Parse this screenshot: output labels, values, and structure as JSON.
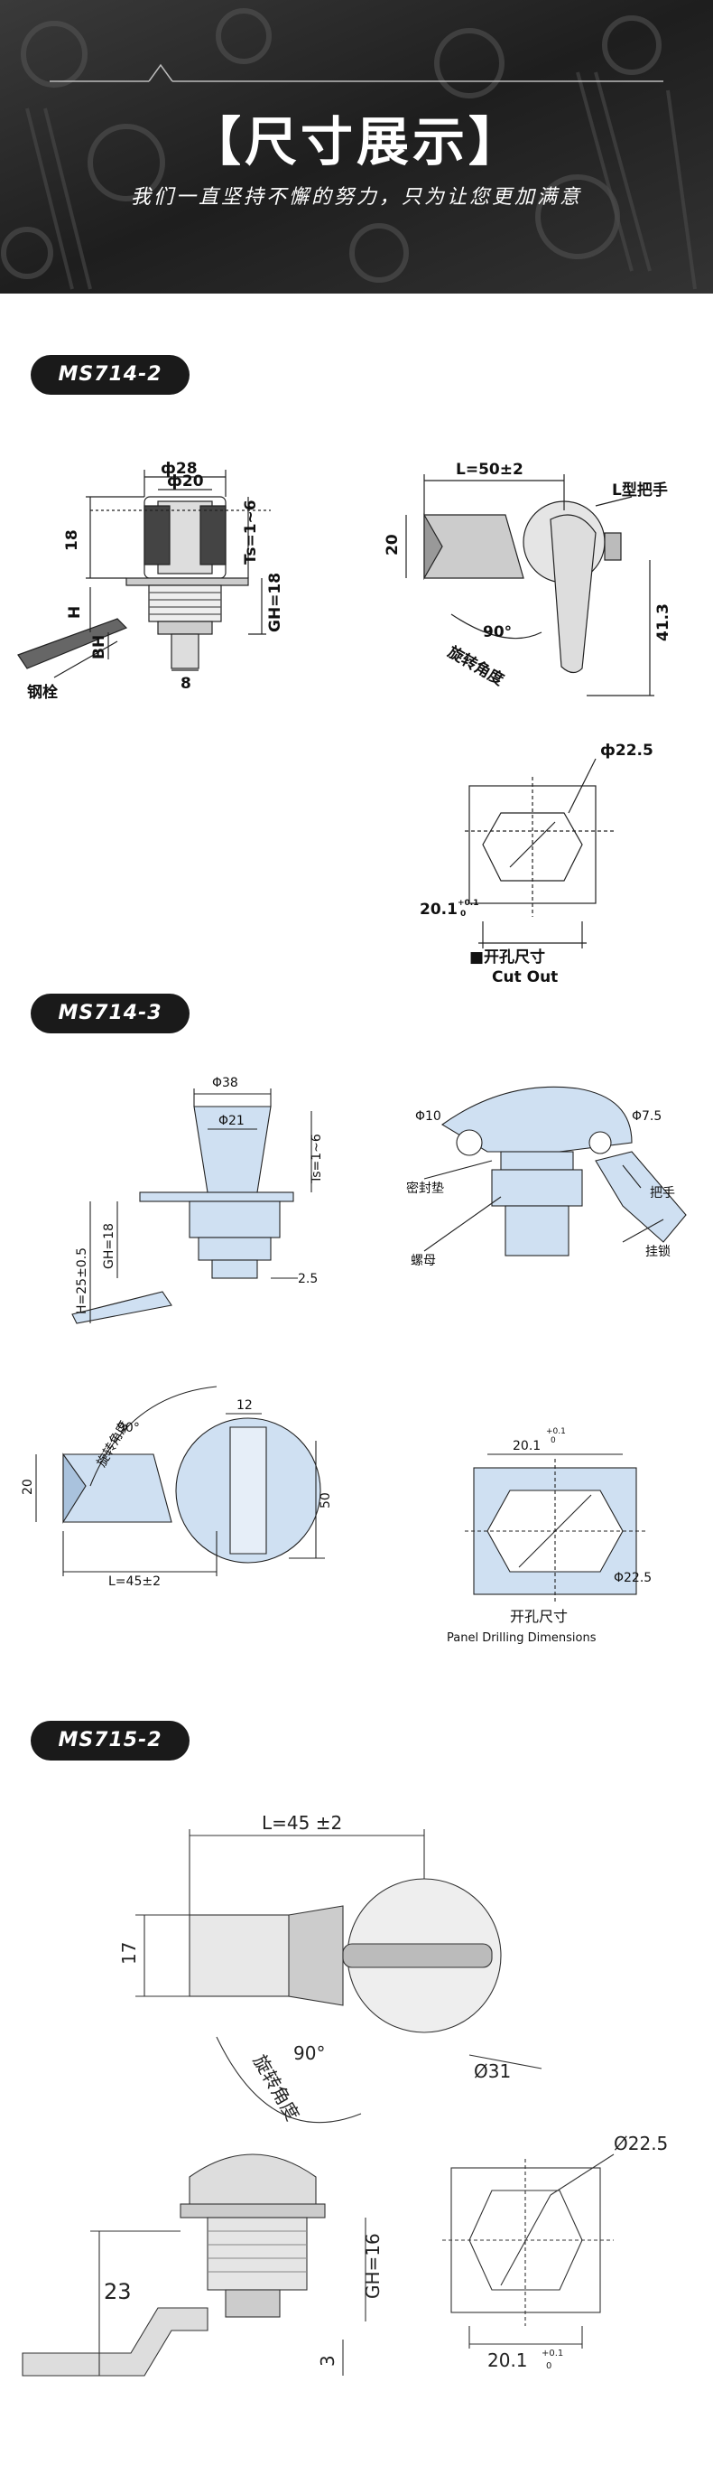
{
  "banner": {
    "title": "【尺寸展示】",
    "subtitle": "我们一直坚持不懈的努力，只为让您更加满意"
  },
  "sections": [
    {
      "tag": "MS714-2",
      "front": {
        "phi28": "ф28",
        "phi20": "ф20",
        "h18": "18",
        "ts": "Ts=1~6",
        "gh": "GH=18",
        "h": "H",
        "bh": "BH",
        "w8": "8",
        "pin": "钢栓"
      },
      "side": {
        "length": "L=50±2",
        "handle": "L型把手",
        "w20": "20",
        "h41": "41.3",
        "angle": "90°",
        "angle_label": "旋转角度"
      },
      "cutout": {
        "dia": "ф22.5",
        "width": "20.1",
        "tol": "+0.1",
        "tol2": "0",
        "title_cn": "■开孔尺寸",
        "title_en": "Cut Out"
      }
    },
    {
      "tag": "MS714-3",
      "front": {
        "phi38": "Φ38",
        "phi21": "Φ21",
        "ts": "Ts=1~6",
        "gh": "GH=18",
        "h": "H=25±0.5",
        "d25": "2.5"
      },
      "detail": {
        "phi10": "Φ10",
        "phi75": "Φ7.5",
        "seal": "密封垫",
        "handle": "把手",
        "nut": "螺母",
        "latch": "挂锁"
      },
      "side": {
        "w12": "12",
        "angle": "90°",
        "angle_label": "旋转角度",
        "w20": "20",
        "h50": "50",
        "length": "L=45±2"
      },
      "cutout": {
        "width": "20.1",
        "tol": "+0.1",
        "tol2": "0",
        "dia": "Φ22.5",
        "title_cn": "开孔尺寸",
        "title_en": "Panel Drilling Dimensions"
      }
    },
    {
      "tag": "MS715-2",
      "top": {
        "length": "L=45 ±2",
        "w17": "17",
        "angle": "90°",
        "angle_label": "旋转角度",
        "dia": "Ø31"
      },
      "front": {
        "h23": "23",
        "gh": "GH=16",
        "d3": "3"
      },
      "cutout": {
        "dia": "Ø22.5",
        "width": "20.1",
        "tol": "+0.1",
        "tol2": "0"
      }
    }
  ]
}
